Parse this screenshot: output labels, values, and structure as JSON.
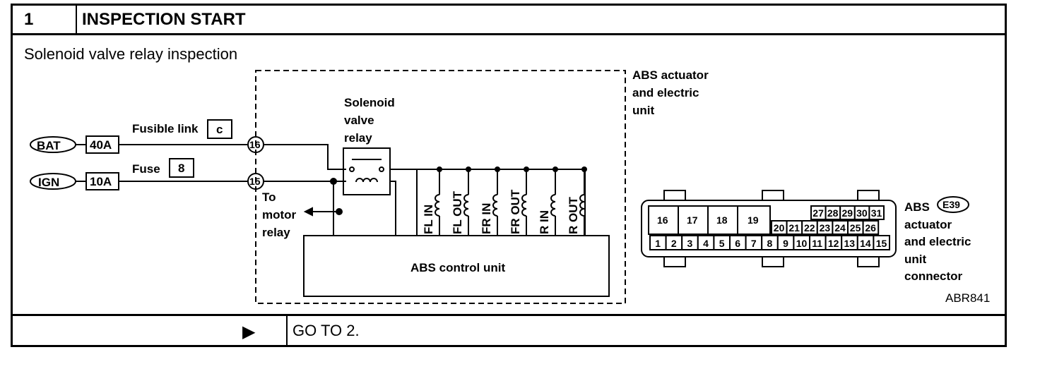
{
  "header": {
    "step_number": "1",
    "title": "INSPECTION START"
  },
  "body": {
    "subtitle": "Solenoid valve relay inspection"
  },
  "footer": {
    "arrow": "▶",
    "action": "GO TO 2."
  },
  "diagram": {
    "inputs": {
      "bat": "BAT",
      "ign": "IGN",
      "fuse_40": "40A",
      "fuse_10": "10A",
      "fusible_link": "Fusible link",
      "fusible_link_id": "c",
      "fuse": "Fuse",
      "fuse_id": "8",
      "term_16": "16",
      "term_15": "15"
    },
    "relay": {
      "line1": "Solenoid",
      "line2": "valve",
      "line3": "relay"
    },
    "motor": {
      "line1": "To",
      "line2": "motor",
      "line3": "relay"
    },
    "unit_box": {
      "line1": "ABS actuator",
      "line2": "and electric",
      "line3": "unit"
    },
    "control_unit": "ABS control unit",
    "solenoids": [
      "FL IN",
      "FL OUT",
      "FR IN",
      "FR OUT",
      "R IN",
      "R OUT"
    ],
    "connector": {
      "big_cells": [
        "16",
        "17",
        "18",
        "19"
      ],
      "row1": [
        "27",
        "28",
        "29",
        "30",
        "31"
      ],
      "row2": [
        "20",
        "21",
        "22",
        "23",
        "24",
        "25",
        "26"
      ],
      "row3": [
        "1",
        "2",
        "3",
        "4",
        "5",
        "6",
        "7",
        "8",
        "9",
        "10",
        "11",
        "12",
        "13",
        "14",
        "15"
      ],
      "label_abs": "ABS",
      "label_id": "E39",
      "line2": "actuator",
      "line3": "and electric",
      "line4": "unit",
      "line5": "connector"
    },
    "figure_id": "ABR841"
  }
}
